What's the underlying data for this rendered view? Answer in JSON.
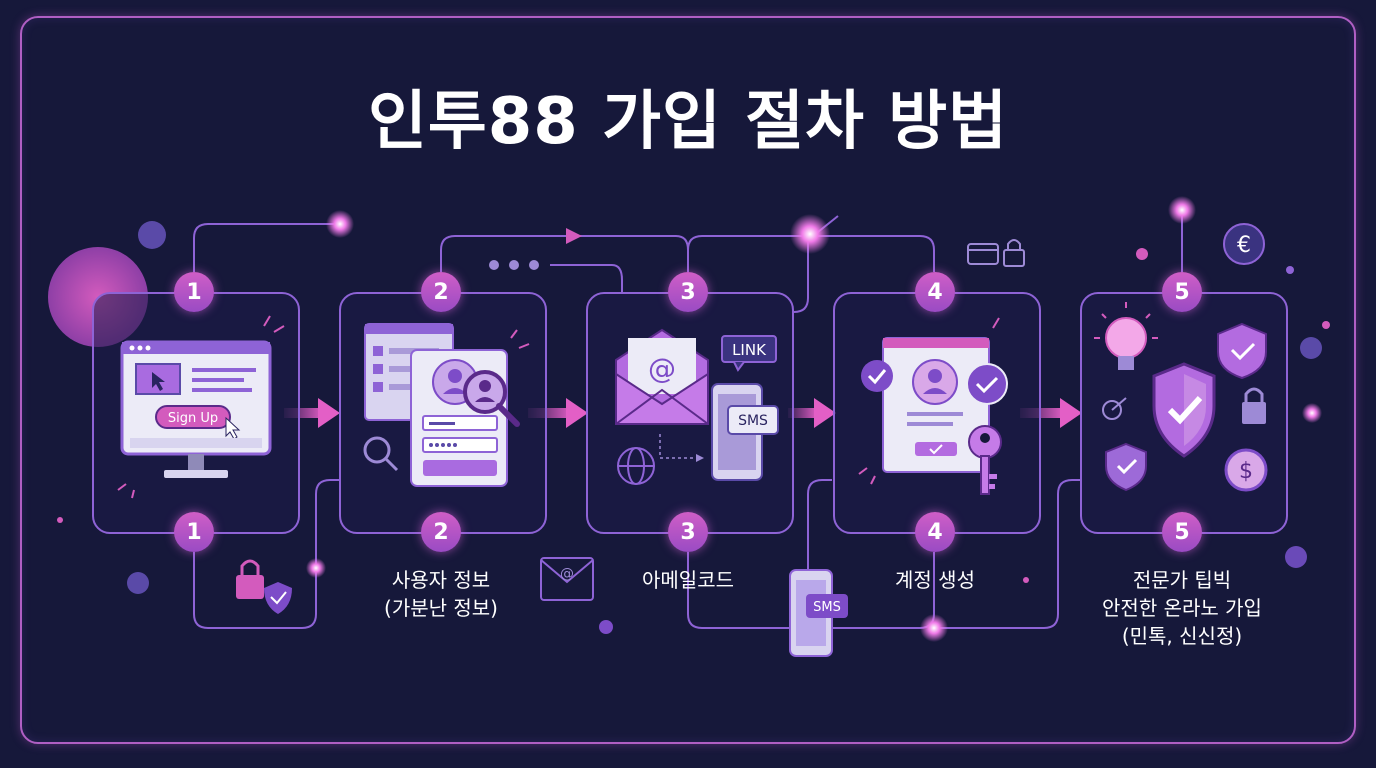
{
  "title": "인투88 가입 절차 방법",
  "colors": {
    "background": "#16183a",
    "accent": "#cf5ec6",
    "line": "#8e63d6"
  },
  "steps": [
    {
      "number": "1",
      "label_lines": [],
      "icons": [
        "monitor-icon",
        "cursor-icon",
        "lock-icon",
        "shield-check-icon"
      ],
      "button_label": "Sign Up"
    },
    {
      "number": "2",
      "label_lines": [
        "사용자 정보",
        "(가분난 정보)"
      ],
      "icons": [
        "profile-form-icon",
        "magnifier-icon",
        "search-icon"
      ]
    },
    {
      "number": "3",
      "label_lines": [
        "아메일코드"
      ],
      "icons": [
        "envelope-icon",
        "phone-icon",
        "globe-icon",
        "envelope-small-icon"
      ],
      "link_label": "LINK",
      "sms_label": "SMS",
      "at_symbol": "@",
      "sms_label_2": "SMS"
    },
    {
      "number": "4",
      "label_lines": [
        "계정 생성"
      ],
      "icons": [
        "account-card-icon",
        "key-icon",
        "check-icon",
        "card-lock-icon"
      ]
    },
    {
      "number": "5",
      "label_lines": [
        "전문가 팁빅",
        "안전한 온라노 가입",
        "(민톡, 신신정)"
      ],
      "icons": [
        "lightbulb-icon",
        "shield-check-icon",
        "padlock-icon",
        "dollar-coin-icon",
        "euro-coin-icon"
      ],
      "euro": "€",
      "dollar": "$"
    }
  ]
}
